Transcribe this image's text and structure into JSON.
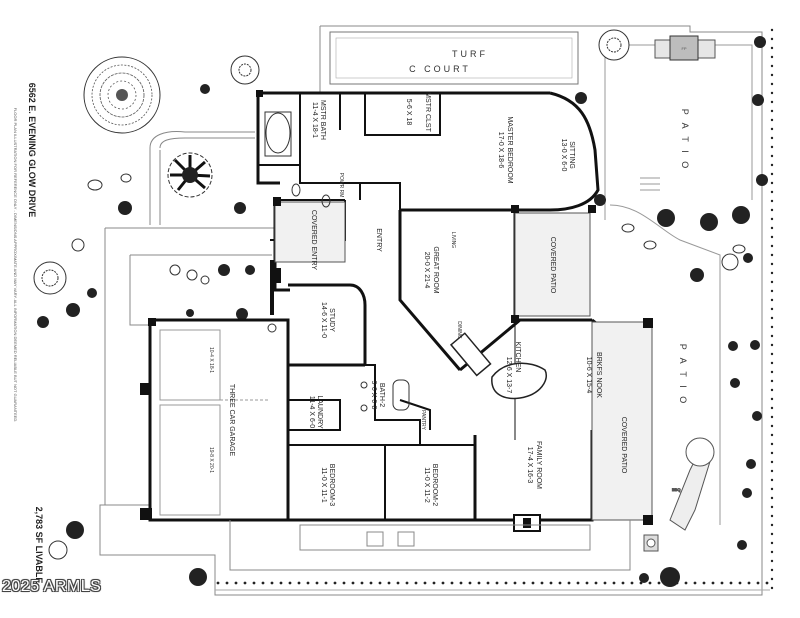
{
  "address": "6562 E. EVENING GLOW DRIVE",
  "disclaimer": "FLOOR PLAN ILLUSTRATION FOR REFERENCE ONLY - DIMENSIONS APPROXIMATE AND MAY VARY. ALL INFORMATION DEEMED RELIABLE BUT NOT GUARANTEED.",
  "square_feet": "2,783 SF LIVABLE",
  "watermark": "2025 ARMLS",
  "rooms": {
    "turf": "TURF",
    "court": "C COURT",
    "master_bath": "MSTR BATH",
    "master_bath_dim": "11-4 X 18-1",
    "master_closet": "MSTR CLST",
    "closet_dim": "5-6 X 18",
    "master_bedroom": "MASTER BEDROOM",
    "master_bedroom_dim": "17-0 X 18-6",
    "sitting": "SITTING",
    "sitting_dim": "13-0 X 6-0",
    "powder": "POWR RM",
    "covered_entry": "COVERED ENTRY",
    "entry": "ENTRY",
    "living": "LIVING",
    "great_room": "GREAT ROOM",
    "great_room_dim": "20-0 X 21-4",
    "dining": "DINING",
    "covered_patio_top": "COVERED PATIO",
    "study": "STUDY",
    "study_dim": "14-6 X 11-0",
    "kitchen": "KITCHEN",
    "kitchen_dim": "12-6 X 13-7",
    "brkfst_nook": "BRKFS NOOK",
    "brkfst_dim": "10-6 X 15-4",
    "laundry": "LAUNDRY",
    "laundry_dim": "11-4 X 6-0",
    "bath2": "BATH-2",
    "bath2_dim": "9-6 X 6-8",
    "pantry": "PANTRY",
    "garage": "THREE CAR GARAGE",
    "garage_dim1": "10-4 X 18-1",
    "garage_dim2": "19-8 X 20-1",
    "family_room": "FAMILY ROOM",
    "family_room_dim": "17-4 X 16-3",
    "covered_patio_bottom": "COVERED PATIO",
    "bedroom3": "BEDROOM-3",
    "bedroom3_dim": "11-0 X 11-1",
    "bedroom2": "BEDROOM-2",
    "bedroom2_dim": "11-0 X 11-2",
    "patio_top": "P A T I O",
    "patio_right": "P A T I O",
    "bbq": "BBQ",
    "fp": "FP"
  }
}
